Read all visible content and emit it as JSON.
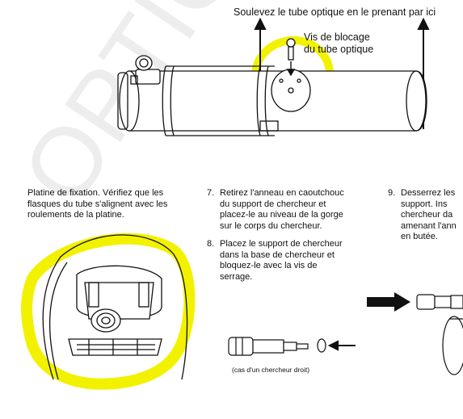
{
  "top": {
    "lift_caption": "Soulevez le tube optique en le prenant par ici",
    "lock_screw_line1": "Vis de blocage",
    "lock_screw_line2": "du tube optique"
  },
  "left": {
    "line1": "Platine de fixation. Vérifiez que les",
    "line2": "flasques du tube s'alignent avec les",
    "line3": "roulements de la platine."
  },
  "steps": [
    {
      "num": "7.",
      "lines": [
        "Retirez l'anneau en caoutchouc",
        "du support de chercheur et",
        "placez-le au niveau de la gorge",
        "sur le corps du chercheur."
      ]
    },
    {
      "num": "8.",
      "lines": [
        "Placez le support de chercheur",
        "dans la base de chercheur et",
        "bloquez-le avec la vis de",
        "serrage."
      ]
    },
    {
      "num": "9.",
      "lines": [
        "Desserrez les",
        "support. Ins",
        "chercheur da",
        "amenant l'ann",
        "en butée."
      ]
    }
  ],
  "finder_caption": "(cas d'un chercheur droit)",
  "watermark": "OPTIQUE-UNIC",
  "colors": {
    "highlight": "#f2f200",
    "ink": "#111111"
  }
}
